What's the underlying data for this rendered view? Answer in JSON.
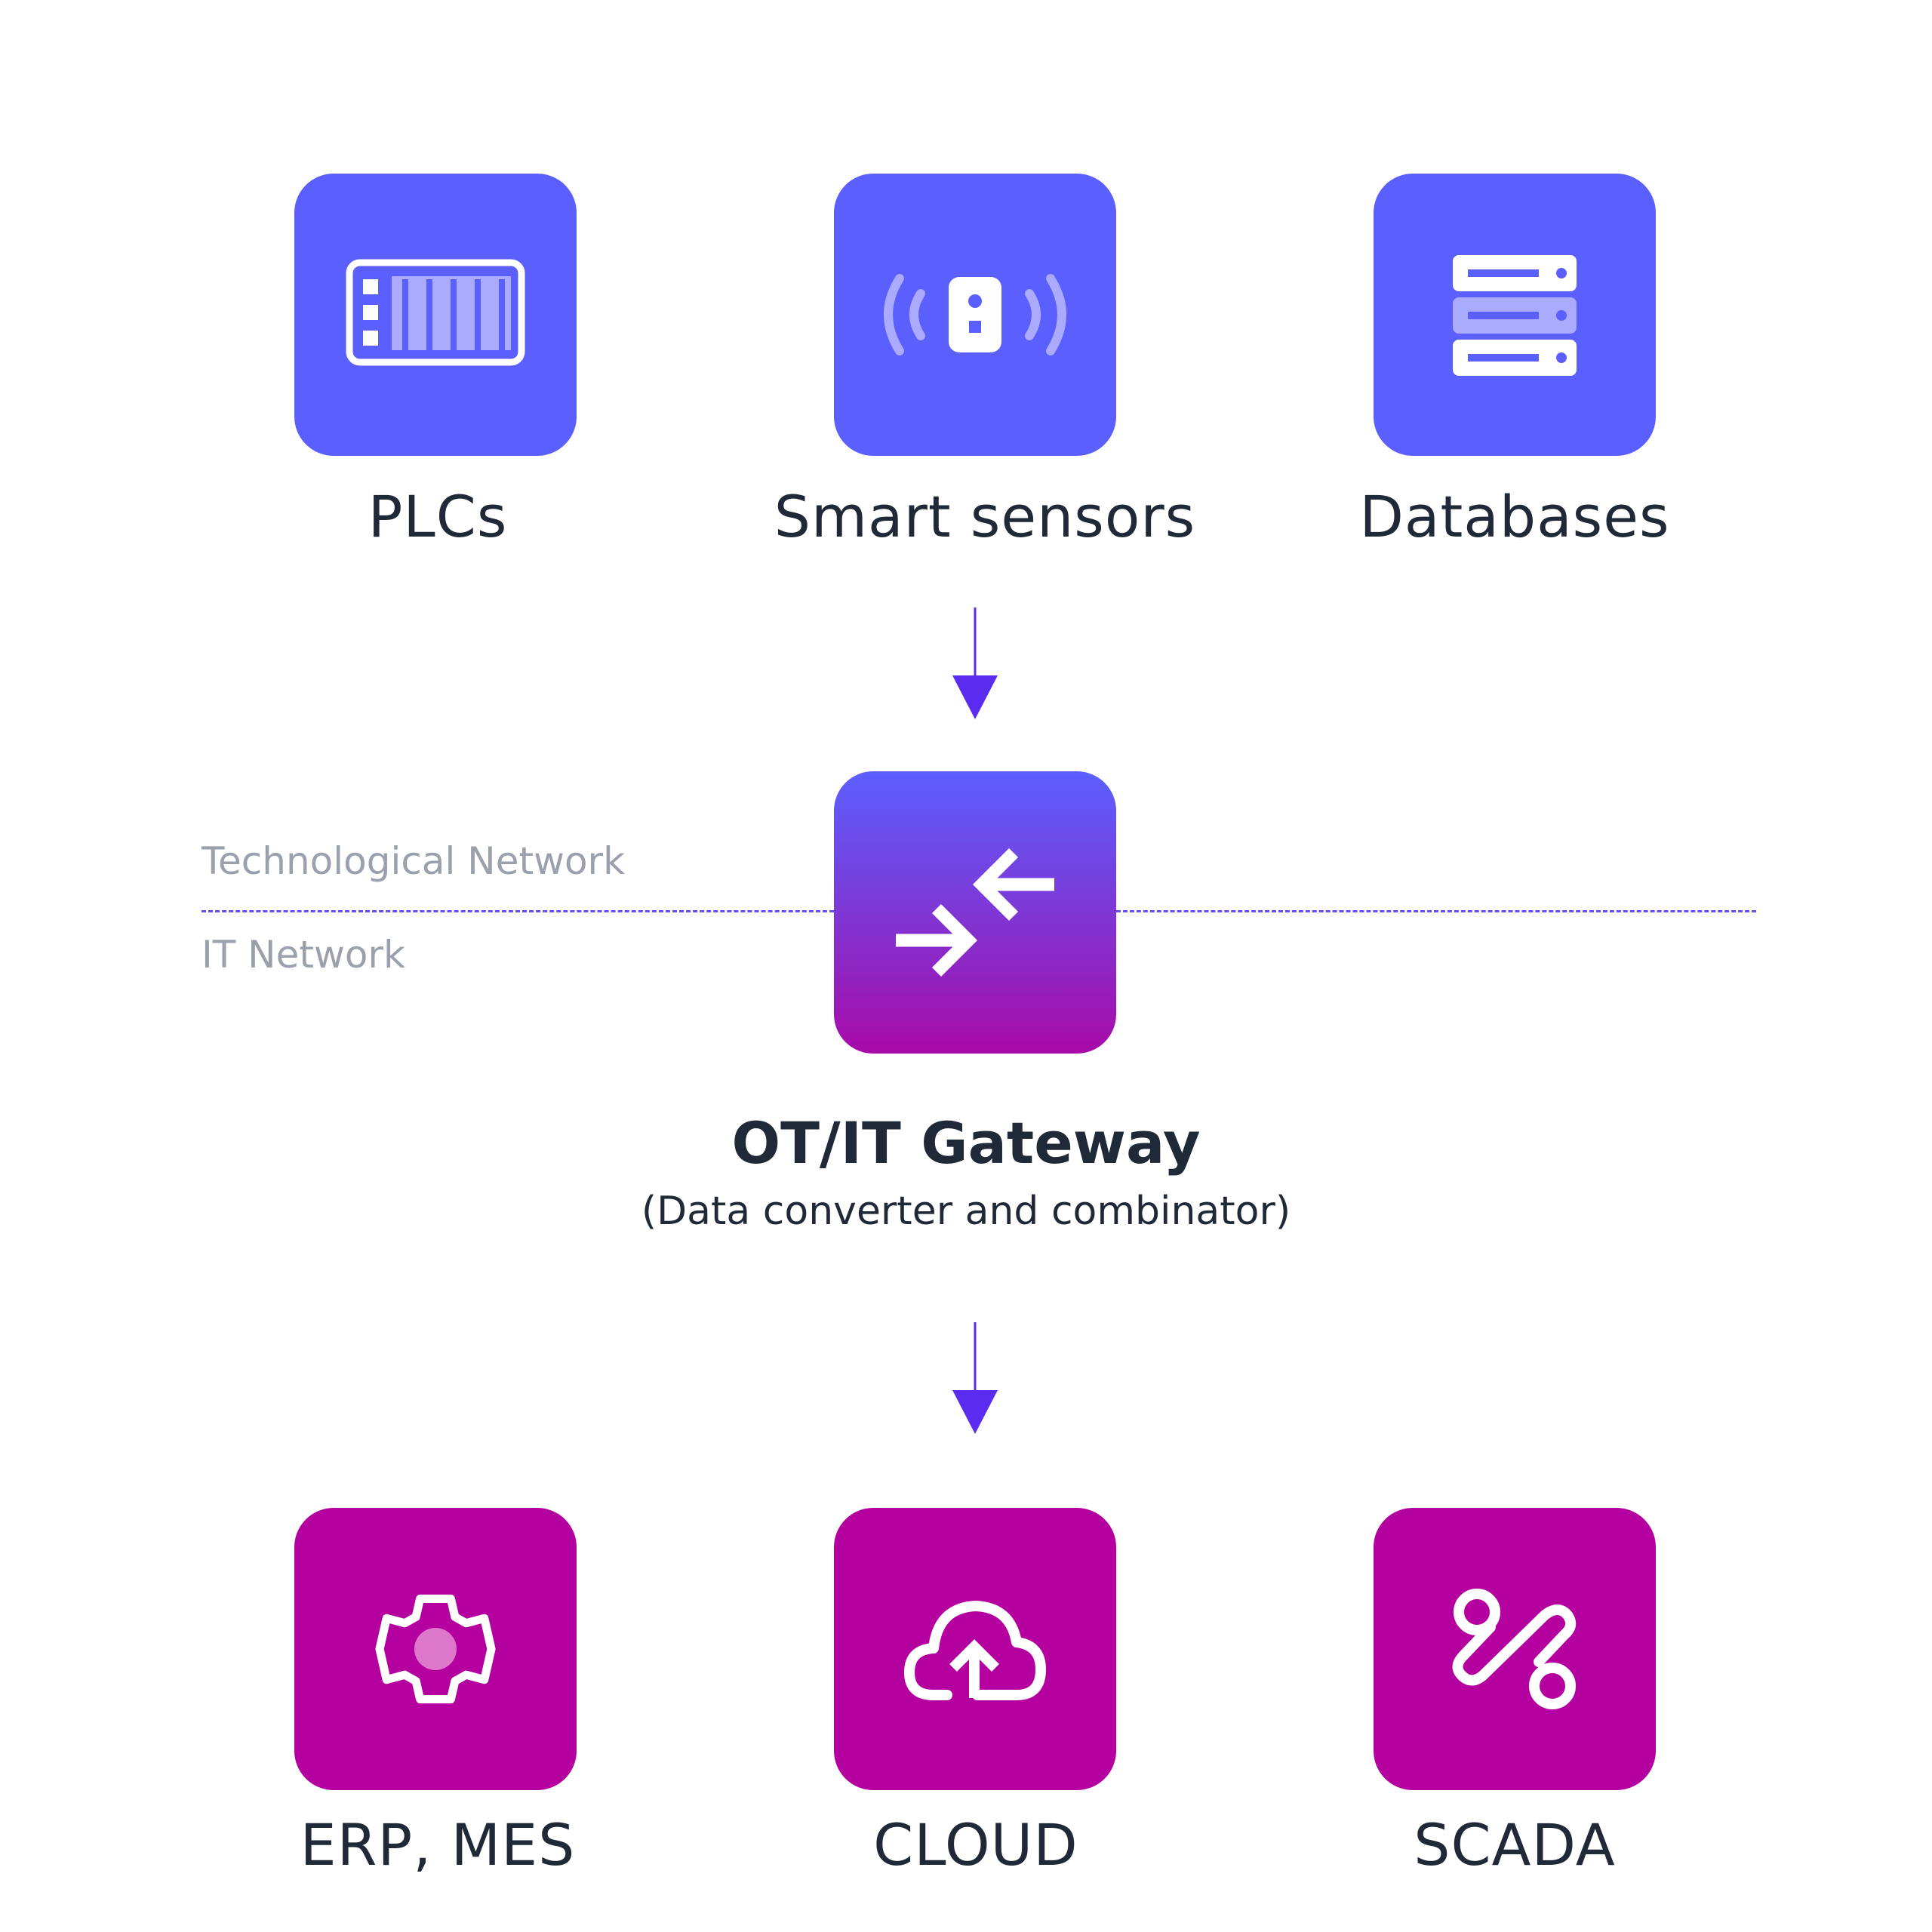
{
  "sources": [
    {
      "label": "PLCs",
      "icon": "plc-icon"
    },
    {
      "label": "Smart sensors",
      "icon": "sensor-icon"
    },
    {
      "label": "Databases",
      "icon": "database-icon"
    }
  ],
  "gateway": {
    "title": "OT/IT Gateway",
    "subtitle": "(Data converter and combinator)",
    "icon": "exchange-arrows-icon"
  },
  "network": {
    "top_label": "Technological Network",
    "bottom_label": "IT Network"
  },
  "destinations": [
    {
      "label": "ERP, MES",
      "icon": "gear-icon"
    },
    {
      "label": "CLOUD",
      "icon": "cloud-upload-icon"
    },
    {
      "label": "SCADA",
      "icon": "route-icon"
    }
  ],
  "colors": {
    "source_tile": "#5b5ffe",
    "destination_tile": "#b4009e",
    "arrow": "#5b2cf0",
    "text": "#1f2937",
    "network_label": "#9aa1ac"
  }
}
